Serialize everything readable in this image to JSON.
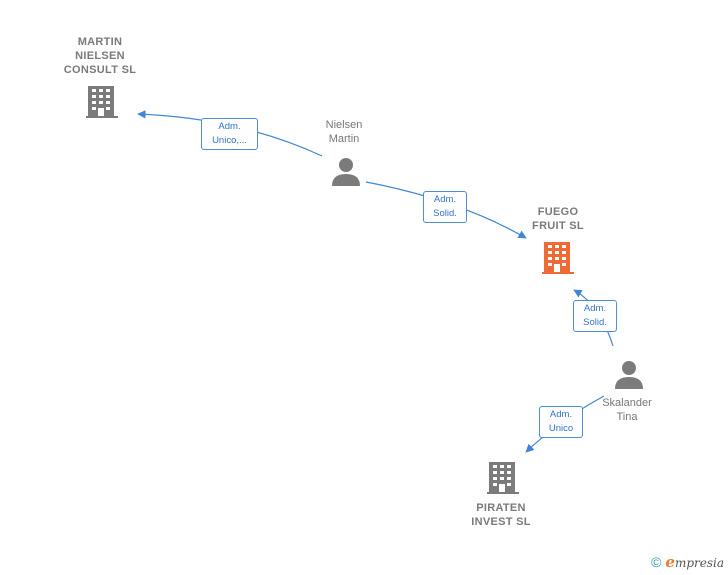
{
  "colors": {
    "edge": "#3f86d4",
    "company_icon": "#7b7b7b",
    "focus_icon": "#f06a35",
    "person_icon": "#7b7b7b"
  },
  "nodes": {
    "martin_nielsen_consult": {
      "label": "MARTIN\nNIELSEN\nCONSULT  SL",
      "type": "company",
      "icon": "building-icon"
    },
    "nielsen_martin": {
      "label": "Nielsen\nMartin",
      "type": "person",
      "icon": "person-icon"
    },
    "fuego_fruit": {
      "label": "FUEGO\nFRUIT  SL",
      "type": "company-focus",
      "icon": "building-icon"
    },
    "skalander_tina": {
      "label": "Skalander\nTina",
      "type": "person",
      "icon": "person-icon"
    },
    "piraten_invest": {
      "label": "PIRATEN\nINVEST  SL",
      "type": "company",
      "icon": "building-icon"
    }
  },
  "edges": {
    "e1": {
      "line1": "Adm.",
      "line2": "Unico,..."
    },
    "e2": {
      "line1": "Adm.",
      "line2": "Solid."
    },
    "e3": {
      "line1": "Adm.",
      "line2": "Solid."
    },
    "e4": {
      "line1": "Adm.",
      "line2": "Unico"
    }
  },
  "footer": {
    "copyright": "©",
    "brand_e": "e",
    "brand_rest": "mpresia"
  }
}
